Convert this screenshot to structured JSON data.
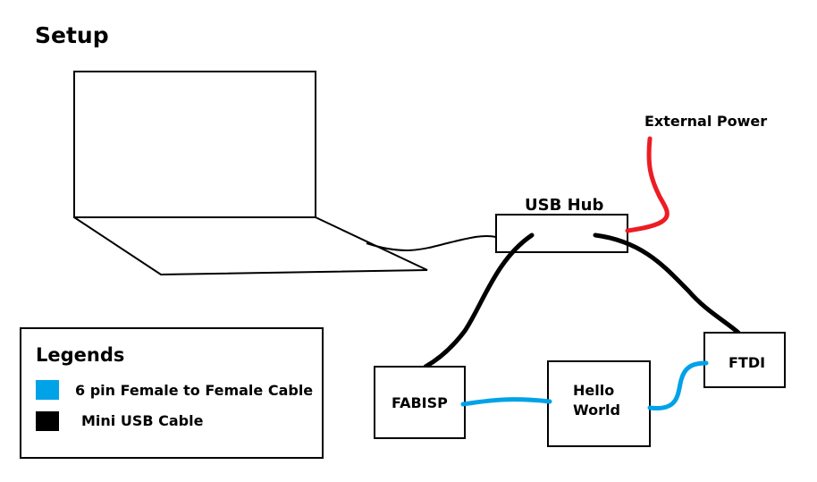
{
  "title": "Setup",
  "labels": {
    "usb_hub": "USB Hub",
    "external_power": "External Power",
    "fabisp": "FABISP",
    "hello_world_line1": "Hello",
    "hello_world_line2": "World",
    "ftdi": "FTDI"
  },
  "legend": {
    "title": "Legends",
    "items": [
      {
        "label": "6 pin Female to Female Cable",
        "color": "#00a2e8"
      },
      {
        "label": "Mini USB Cable",
        "color": "#000000"
      }
    ]
  },
  "colors": {
    "ribbon_cable": "#00a2e8",
    "usb_cable": "#000000",
    "power_cable": "#ed1c24"
  }
}
